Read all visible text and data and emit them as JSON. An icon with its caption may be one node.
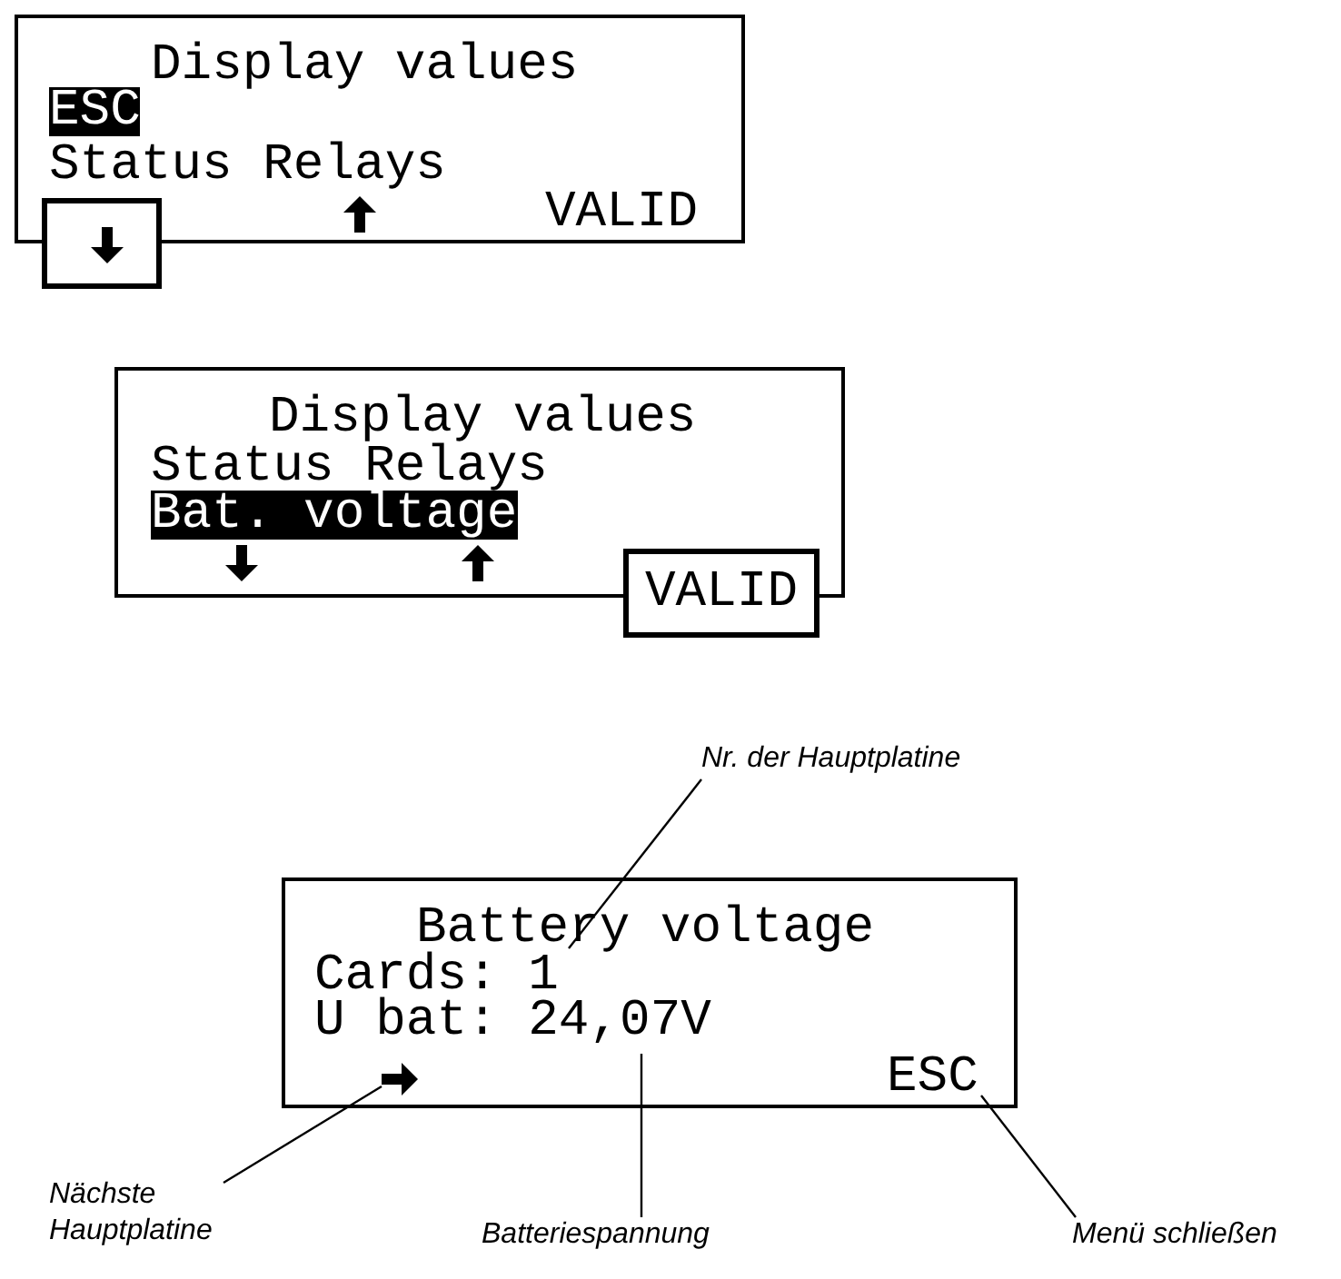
{
  "diagram": {
    "nodes": [
      {
        "text": [
          "Display values",
          "ESC",
          "Status Relays",
          "VALID"
        ]
      },
      {
        "text": [],
        "shape": "box"
      },
      {
        "text": [
          "Display values",
          "Status Relays",
          "Bat. voltage"
        ]
      },
      {
        "text": [
          "VALID"
        ]
      },
      {
        "text": [
          "Nr. der Hauptplatine"
        ]
      },
      {
        "text": [
          "Battery voltage",
          "Cards: 1",
          "U bat: 24,07V",
          "ESC"
        ]
      },
      {
        "text": [
          "Nächste Hauptplatine"
        ]
      },
      {
        "text": [
          "Batteriespannung"
        ]
      },
      {
        "text": [
          "Menü schließen"
        ]
      }
    ],
    "edges": [
      {
        "from": 4,
        "to": 5,
        "arrow": "none"
      },
      {
        "from": 6,
        "to": 5,
        "arrow": "none"
      },
      {
        "from": 7,
        "to": 5,
        "arrow": "none"
      },
      {
        "from": 8,
        "to": 5,
        "arrow": "none"
      }
    ]
  }
}
